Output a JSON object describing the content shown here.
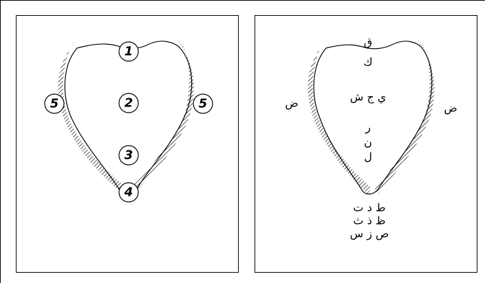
{
  "left_panel": {
    "labels": {
      "tip": "1",
      "middle": "2",
      "lower": "3",
      "bottom": "4",
      "side_left": "5",
      "side_right": "5"
    }
  },
  "right_panel": {
    "labels": {
      "top_q": "ق",
      "top_k": "ك",
      "row_middle": "ي ج ش",
      "r": "ر",
      "n": "ن",
      "l": "ل",
      "side_left": "ض",
      "side_right": "ض",
      "below_1": "ط د ت",
      "below_2": "ظ ذ ث",
      "below_3": "ص ز س"
    }
  }
}
